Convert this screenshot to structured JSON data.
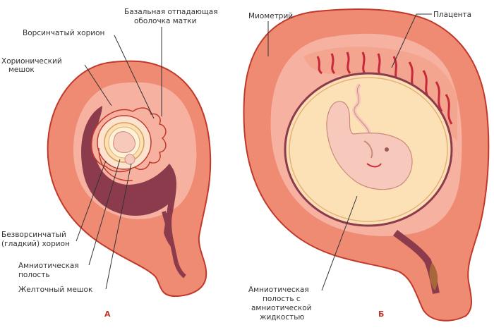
{
  "figure_a": {
    "letter": "А",
    "labels": {
      "basal_decidua": [
        "Базальная отпадающая",
        "оболочка матки"
      ],
      "villous_chorion": "Ворсинчатый хорион",
      "chorionic_sac": [
        "Хорионический",
        "мешок"
      ],
      "smooth_chorion": [
        "Безворсинчатый",
        "(гладкий) хорион"
      ],
      "amniotic_cavity": [
        "Амниотическая",
        "полость"
      ],
      "yolk_sac": "Желточный мешок"
    }
  },
  "figure_b": {
    "letter": "Б",
    "labels": {
      "myometrium": "Миометрий",
      "placenta": "Плацента",
      "amniotic_fluid_cavity": [
        "Амниотическая",
        "полость с",
        "амниотической",
        "жидкостью"
      ]
    }
  },
  "colors": {
    "uterus_wall": "#ef8b72",
    "uterus_outline": "#c0392b",
    "decidua_light": "#f6b1a0",
    "decidua_dark": "#8c3b4c",
    "amnion_fluid": "#fde1b6",
    "embryo": "#f7c9bd",
    "placenta_red": "#c7283a"
  }
}
